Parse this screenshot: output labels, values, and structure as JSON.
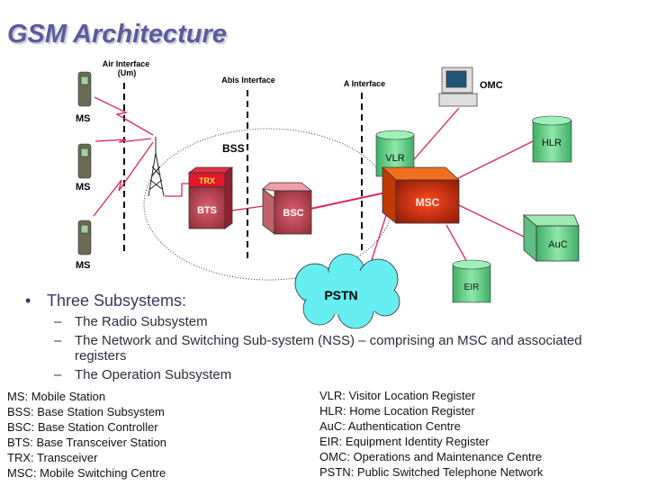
{
  "title": "GSM Architecture",
  "diagram": {
    "air_interface": "Air Interface",
    "air_interface_sub": "(Um)",
    "abis_interface": "Abis Interface",
    "a_interface": "A Interface",
    "ms_label": "MS",
    "bss": "BSS",
    "trx": "TRX",
    "bts": "BTS",
    "bsc": "BSC",
    "vlr": "VLR",
    "msc": "MSC",
    "omc": "OMC",
    "hlr": "HLR",
    "auc": "AuC",
    "eir": "EIR",
    "pstn": "PSTN",
    "colors": {
      "link": "#e0245a",
      "box_red": "#c0575f",
      "msc": "#d94a10",
      "db_green": "#5fcf86",
      "cloud": "#66eef0"
    }
  },
  "bullets": {
    "main": "Three Subsystems:",
    "items": [
      "The Radio Subsystem",
      "The Network and Switching Sub-system (NSS) – comprising an MSC and associated",
      "registers",
      "The Operation Subsystem"
    ]
  },
  "legend_left": [
    "MS: Mobile Station",
    "BSS: Base Station Subsystem",
    "BSC: Base Station Controller",
    "BTS: Base Transceiver Station",
    "TRX: Transceiver",
    "MSC: Mobile Switching Centre"
  ],
  "legend_right": [
    "VLR: Visitor Location Register",
    "HLR: Home Location Register",
    "AuC: Authentication Centre",
    "EIR: Equipment Identity Register",
    "OMC: Operations and Maintenance Centre",
    "PSTN: Public Switched Telephone Network"
  ]
}
